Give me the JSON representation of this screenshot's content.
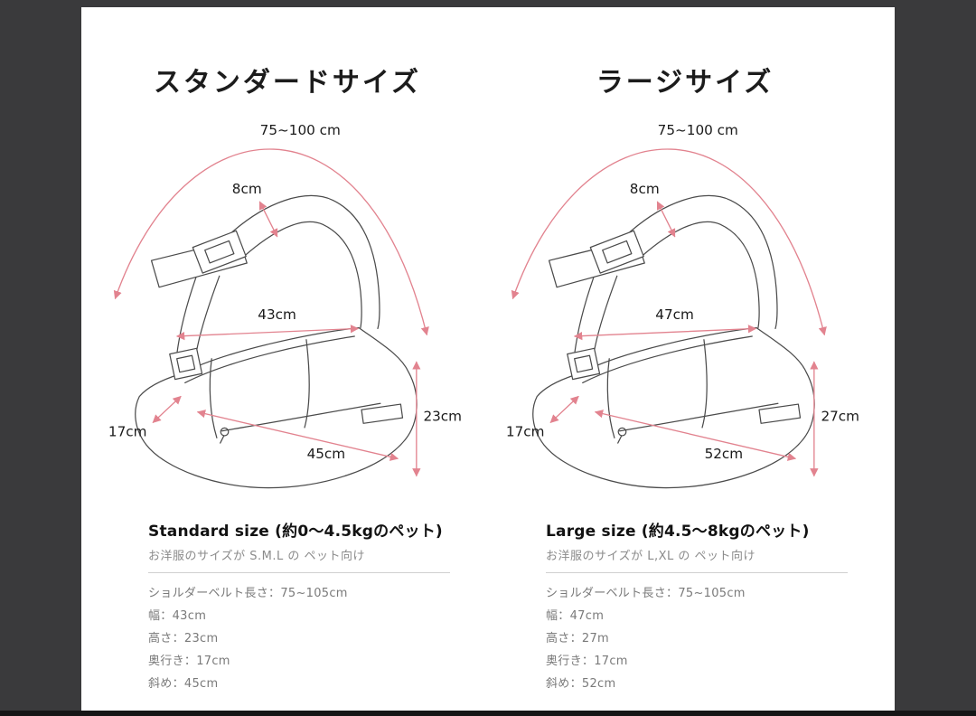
{
  "frame": {
    "background_color": "#3a3a3c",
    "canvas_color": "#ffffff"
  },
  "accent": {
    "arrow_color": "#e2838f",
    "line_art_color": "#4b4b4b"
  },
  "columns": [
    {
      "title": "スタンダードサイズ",
      "diagram": {
        "strap_length": "75~100 cm",
        "strap_width": "8cm",
        "width": "43cm",
        "height": "23cm",
        "depth": "17cm",
        "diagonal": "45cm"
      },
      "spec": {
        "heading": "Standard size (約0〜4.5kgのペット)",
        "subtitle": "お洋服のサイズが S.M.L の ペット向け",
        "rows": [
          {
            "label": "ショルダーベルト長さ：",
            "value": "75~105cm"
          },
          {
            "label": "幅：",
            "value": "43cm"
          },
          {
            "label": "高さ：",
            "value": "23cm"
          },
          {
            "label": "奥行き：",
            "value": "17cm"
          },
          {
            "label": "斜め：",
            "value": "45cm"
          }
        ]
      }
    },
    {
      "title": "ラージサイズ",
      "diagram": {
        "strap_length": "75~100 cm",
        "strap_width": "8cm",
        "width": "47cm",
        "height": "27cm",
        "depth": "17cm",
        "diagonal": "52cm"
      },
      "spec": {
        "heading": "Large size (約4.5〜8kgのペット)",
        "subtitle": "お洋服のサイズが L,XL の ペット向け",
        "rows": [
          {
            "label": "ショルダーベルト長さ：",
            "value": "75~105cm"
          },
          {
            "label": "幅：",
            "value": "47cm"
          },
          {
            "label": "高さ：",
            "value": "27m"
          },
          {
            "label": "奥行き：",
            "value": "17cm"
          },
          {
            "label": "斜め：",
            "value": "52cm"
          }
        ]
      }
    }
  ]
}
